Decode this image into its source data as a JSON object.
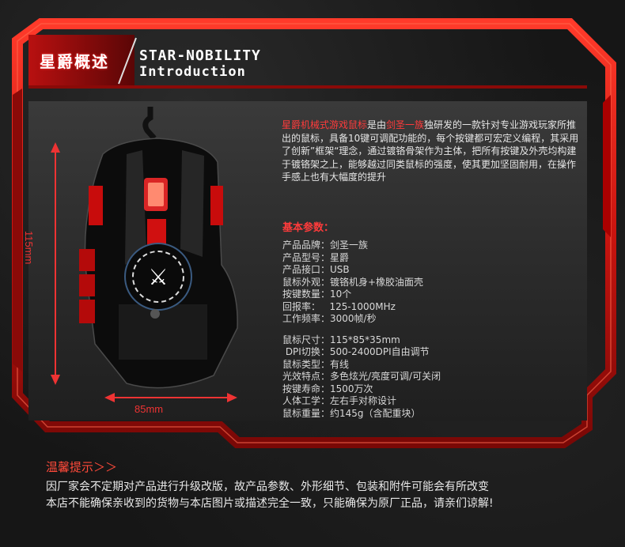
{
  "header": {
    "title_zh": "星爵概述",
    "title_en_1": "STAR-NOBILITY",
    "title_en_2": "Introduction"
  },
  "dimensions": {
    "height_label": "115mm",
    "width_label": "85mm"
  },
  "intro": {
    "highlight_1": "星爵机械式游戏鼠标",
    "text_1": "是由",
    "highlight_2": "剑圣一族",
    "text_2": "独研发的一款针对专业游戏玩家所推出的鼠标，具备10键可调配功能的，每个按键都可宏定义编程，其采用了创新”框架“理念，通过镀铬骨架作为主体，把所有按键及外壳均构建于镀铬架之上，能够越过同类鼠标的强度，使其更加坚固耐用，在操作手感上也有大幅度的提升"
  },
  "params": {
    "title": "基本参数：",
    "group_1": [
      "产品品牌：剑圣一族",
      "产品型号：星爵",
      "产品接口：USB",
      "鼠标外观：镀铬机身+橡胶油面壳",
      "按键数量：10个",
      "回报率：   125-1000MHz",
      "工作频率：3000帧/秒"
    ],
    "group_2": [
      "鼠标尺寸：115*85*35mm",
      " DPI切换：500-2400DPI自由调节",
      "鼠标类型：有线",
      "光效特点：多色炫光/亮度可调/可关闭",
      "按键寿命：1500万次",
      "人体工学：左右手对称设计",
      "鼠标重量：约145g（含配重块）"
    ]
  },
  "notice": {
    "title": "温馨提示＞＞",
    "line_1": "因厂家会不定期对产品进行升级改版，故产品参数、外形细节、包装和附件可能会有所改变",
    "line_2": "本店不能确保亲收到的货物与本店图片或描述完全一致，只能确保为原厂正品，请亲们谅解!"
  },
  "colors": {
    "accent": "#e3201b",
    "highlight_text": "#ff3b3b",
    "panel": "#2d2d2d",
    "background": "#161616"
  },
  "icons": {
    "logo": "sword-emblem-icon",
    "arrows": "double-arrow-icon"
  }
}
